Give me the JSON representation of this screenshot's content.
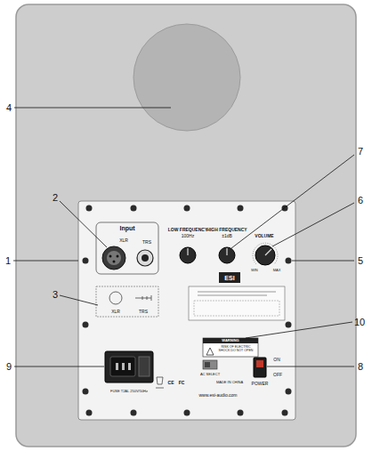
{
  "diagram": {
    "labels": [
      "1",
      "2",
      "3",
      "4",
      "5",
      "6",
      "7",
      "8",
      "9",
      "10",
      "Input",
      "XLR",
      "TRS",
      "LOW FREQUENCY",
      "100Hz",
      "HIGH FREQUENCY",
      "±1dB",
      "VOLUME",
      "MIN",
      "MAX",
      "XLR",
      "TRS",
      "ESI",
      "WARNING",
      "RISK OF ELECTRIC SHOCK DO NOT OPEN",
      "AC SELECT",
      "CE",
      "FC",
      "MADE IN CHINA",
      "POWER",
      "ON",
      "OFF",
      "FUSE T2AL 250V/50Hz",
      "www.esi-audio.com"
    ]
  }
}
